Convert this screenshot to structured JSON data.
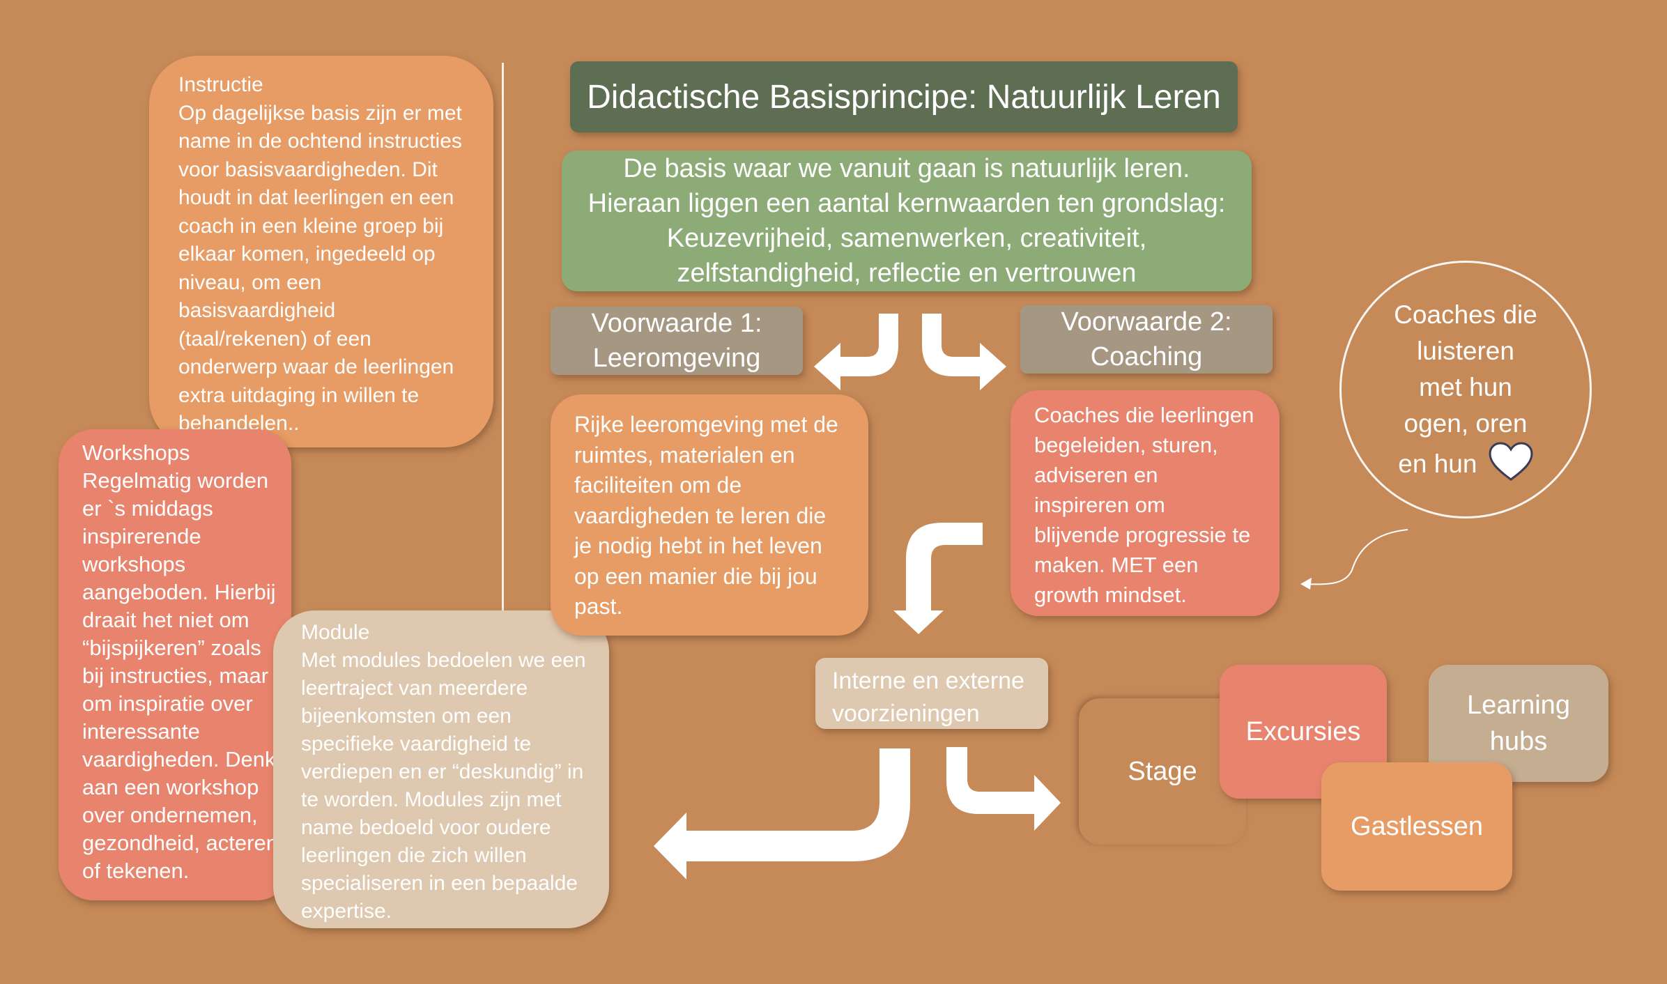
{
  "title": "Didactische Basisprincipe: Natuurlijk Leren",
  "basis": "De basis waar we vanuit gaan is natuurlijk leren.\nHieraan liggen een aantal kernwaarden ten grondslag:\nKeuzevrijheid, samenwerken, creativiteit,\nzelfstandigheid, reflectie en vertrouwen",
  "voorwaarde1": "Voorwaarde 1:\nLeeromgeving",
  "voorwaarde2": "Voorwaarde 2:\nCoaching",
  "instructie": {
    "title": "Instructie",
    "text": "Op dagelijkse basis zijn er met\nname in de ochtend instructies\nvoor basisvaardigheden. Dit\nhoudt in dat leerlingen en een\ncoach in een kleine groep bij\nelkaar komen, ingedeeld op\nniveau,  om een\nbasisvaardigheid\n(taal/rekenen) of een\nonderwerp waar de leerlingen\nextra uitdaging in willen te\nbehandelen.."
  },
  "workshops": {
    "title": "Workshops",
    "text": "Regelmatig worden\ner `s middags\ninspirerende\nworkshops\naangeboden. Hierbij\ndraait het niet om\n“bijspijkeren” zoals\nbij instructies, maar\nom inspiratie over\ninteressante\nvaardigheden. Denk\naan een workshop\nover ondernemen,\ngezondheid, acteren\nof tekenen."
  },
  "module": {
    "title": "Module",
    "text": "Met modules bedoelen we een\nleertraject van meerdere\nbijeenkomsten om een\nspecifieke vaardigheid te\nverdiepen en er “deskundig” in\nte worden. Modules zijn met\nname bedoeld voor oudere\nleerlingen die zich willen\nspecialiseren in een bepaalde\nexpertise."
  },
  "leeromgeving_text": "Rijke leeromgeving met de\nruimtes, materialen en\nfaciliteiten om de\nvaardigheden te leren die\nje nodig hebt in het leven\nop een manier die bij jou\npast.",
  "coaching_text": "Coaches die leerlingen\nbegeleiden, sturen,\nadviseren en\ninspireren om\nblijvende progressie te\nmaken. MET een\ngrowth mindset.",
  "circle_text": "Coaches die\nluisteren\nmet hun\nogen, oren\nen hun",
  "voorzieningen": "Interne  en externe\nvoorzieningen",
  "stage": "Stage",
  "excursies": "Excursies",
  "learning_hubs": "Learning\nhubs",
  "gastlessen": "Gastlessen",
  "colors": {
    "background": "#C68A59",
    "dark_green": "#5E6E52",
    "light_green": "#8CAB77",
    "grey_taupe": "#A69783",
    "orange": "#E69C64",
    "salmon": "#E8846D",
    "beige": "#DEC8AF"
  },
  "icons": [
    "heart-icon",
    "arrow-icon"
  ]
}
